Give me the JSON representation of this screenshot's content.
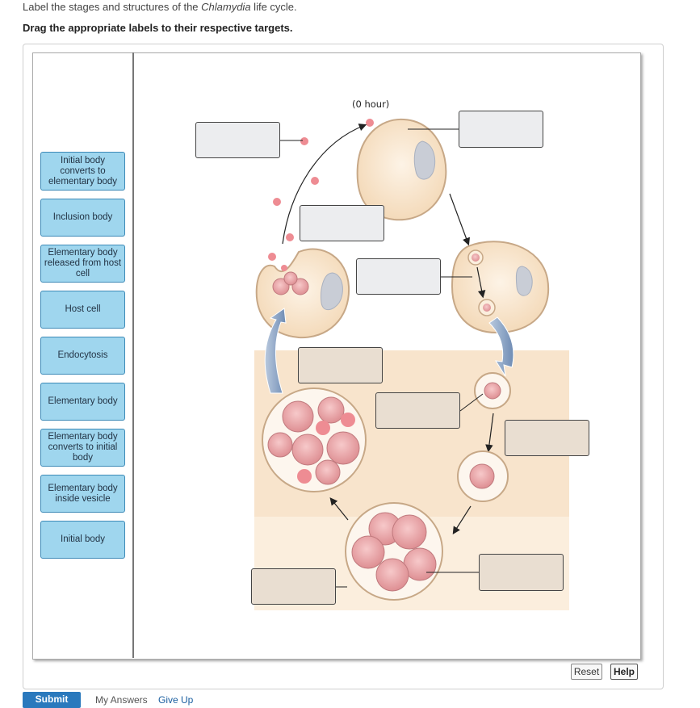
{
  "question": {
    "prefix": "Label the stages and structures of the ",
    "organism": "Chlamydia",
    "suffix": " life cycle.",
    "instruction": "Drag the appropriate labels to their respective targets."
  },
  "labels": [
    "Initial body converts to elementary body",
    "Inclusion body",
    "Elementary body released from host cell",
    "Host cell",
    "Endocytosis",
    "Elementary body",
    "Elementary body converts to initial body",
    "Elementary body inside vesicle",
    "Initial body"
  ],
  "diagram": {
    "time_label": "(0 hour)"
  },
  "buttons": {
    "reset": "Reset",
    "help": "Help",
    "submit": "Submit",
    "my_answers": "My Answers",
    "give_up": "Give Up"
  },
  "colors": {
    "label_fill": "#9fd6ee",
    "label_border": "#3d8ab7",
    "cell_fill": "#f6dfbf",
    "particle_pink": "#ee8c93",
    "submit_blue": "#2a79bd"
  }
}
